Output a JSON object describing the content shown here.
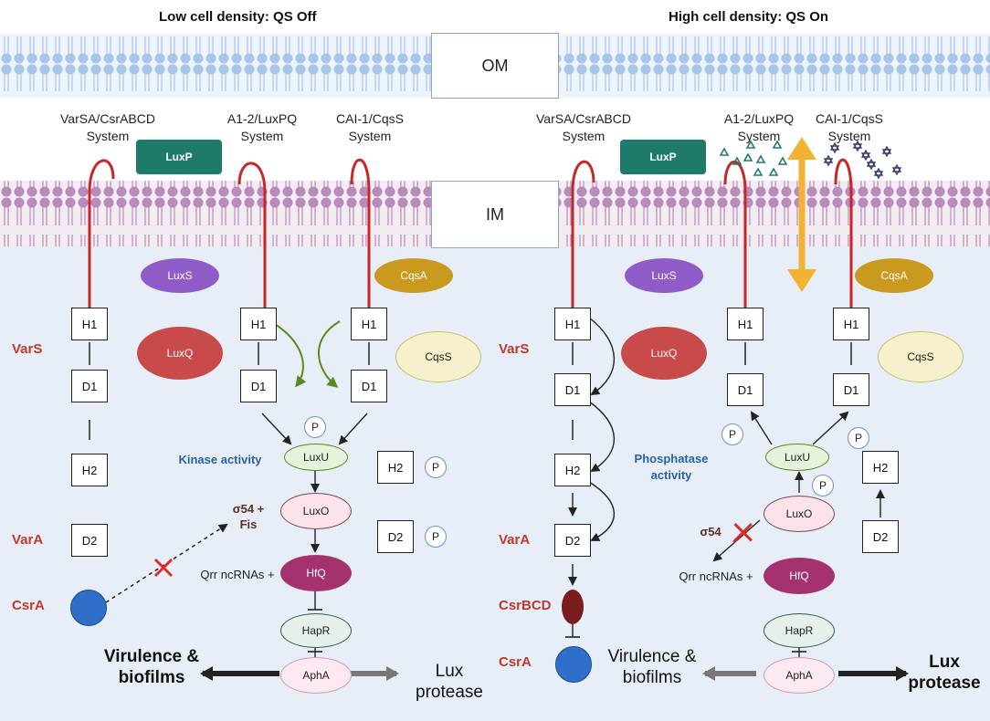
{
  "headings": {
    "left": "Low cell density: QS Off",
    "right": "High cell density: QS On"
  },
  "membranes": {
    "outer": "OM",
    "inner": "IM"
  },
  "systems": {
    "left": [
      "VarSA/CsrABCD System",
      "A1-2/LuxPQ System",
      "CAI-1/CqsS System"
    ],
    "right": [
      "VarSA/CsrABCD System",
      "A1-2/LuxPQ System",
      "CAI-1/CqsS System"
    ]
  },
  "proteins": {
    "luxp": "LuxP",
    "luxs": "LuxS",
    "cqsa": "CqsA",
    "luxq": "LuxQ",
    "cqss": "CqsS",
    "luxu": "LuxU",
    "luxo": "LuxO",
    "hfq": "HfQ",
    "hapr": "HapR",
    "apha": "AphA"
  },
  "domains": {
    "h1": "H1",
    "d1": "D1",
    "h2": "H2",
    "d2": "D2",
    "p": "P"
  },
  "regulators": {
    "vars": "VarS",
    "vara": "VarA",
    "csra": "CsrA",
    "csrbcd": "CsrBCD"
  },
  "activity": {
    "kinase": "Kinase activity",
    "phosphatase": "Phosphatase activity"
  },
  "sigma": {
    "left": "σ54 + Fis",
    "right": "σ54"
  },
  "qrr": "Qrr ncRNAs +",
  "outcomes": {
    "virulence": "Virulence & biofilms",
    "lux": "Lux protease"
  },
  "colors": {
    "cytoplasm": "#e8eef7",
    "membrane_outer": "#c9ddf2",
    "membrane_inner": "#d7b9d6",
    "receptor": "#c62828",
    "luxp": "#1e7b6c",
    "luxs": "#8e5bc7",
    "cqsa": "#c99a1e",
    "luxq": "#c94a4a",
    "cqss": "#f6f0cc",
    "luxu": "#e6f3dc",
    "luxo": "#fce3ea",
    "hfq": "#a3326f",
    "hapr": "#e6efea",
    "apha": "#fde9f1",
    "csra": "#2f6fc9",
    "csrbcd": "#7a1d1d",
    "arrow_yellow": "#f2b233",
    "green_arrow": "#5a8a1e"
  }
}
